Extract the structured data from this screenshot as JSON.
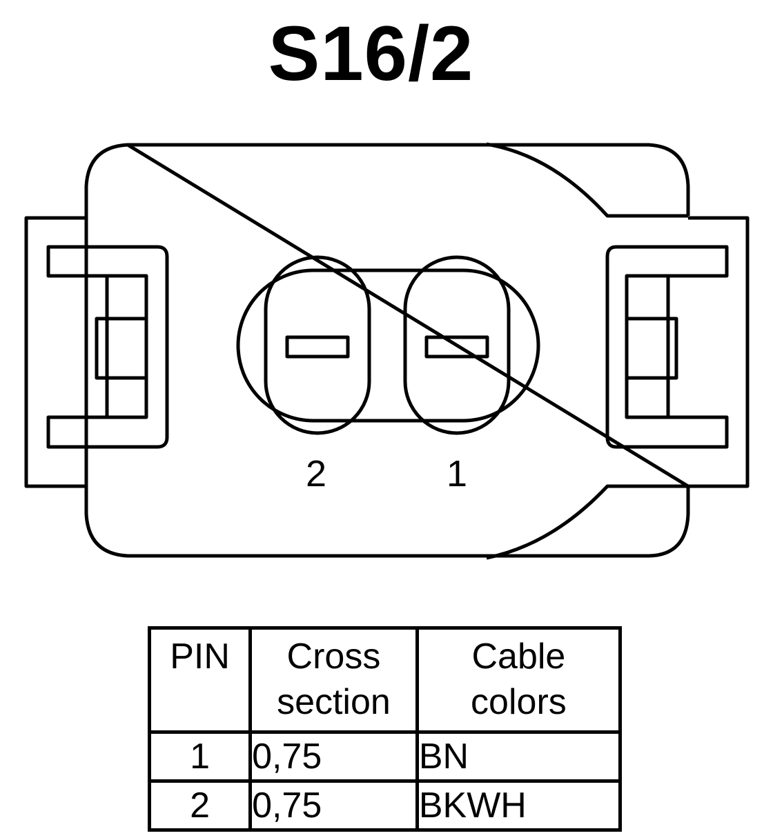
{
  "title": "S16/2",
  "connector": {
    "pins": [
      {
        "label": "2"
      },
      {
        "label": "1"
      }
    ]
  },
  "table": {
    "headers": {
      "pin": "PIN",
      "cross_section": [
        "Cross",
        "section"
      ],
      "cable_colors": [
        "Cable",
        "colors"
      ]
    },
    "rows": [
      {
        "pin": "1",
        "cross_section": "0,75",
        "cable_color": "BN"
      },
      {
        "pin": "2",
        "cross_section": "0,75",
        "cable_color": "BKWH"
      }
    ]
  }
}
